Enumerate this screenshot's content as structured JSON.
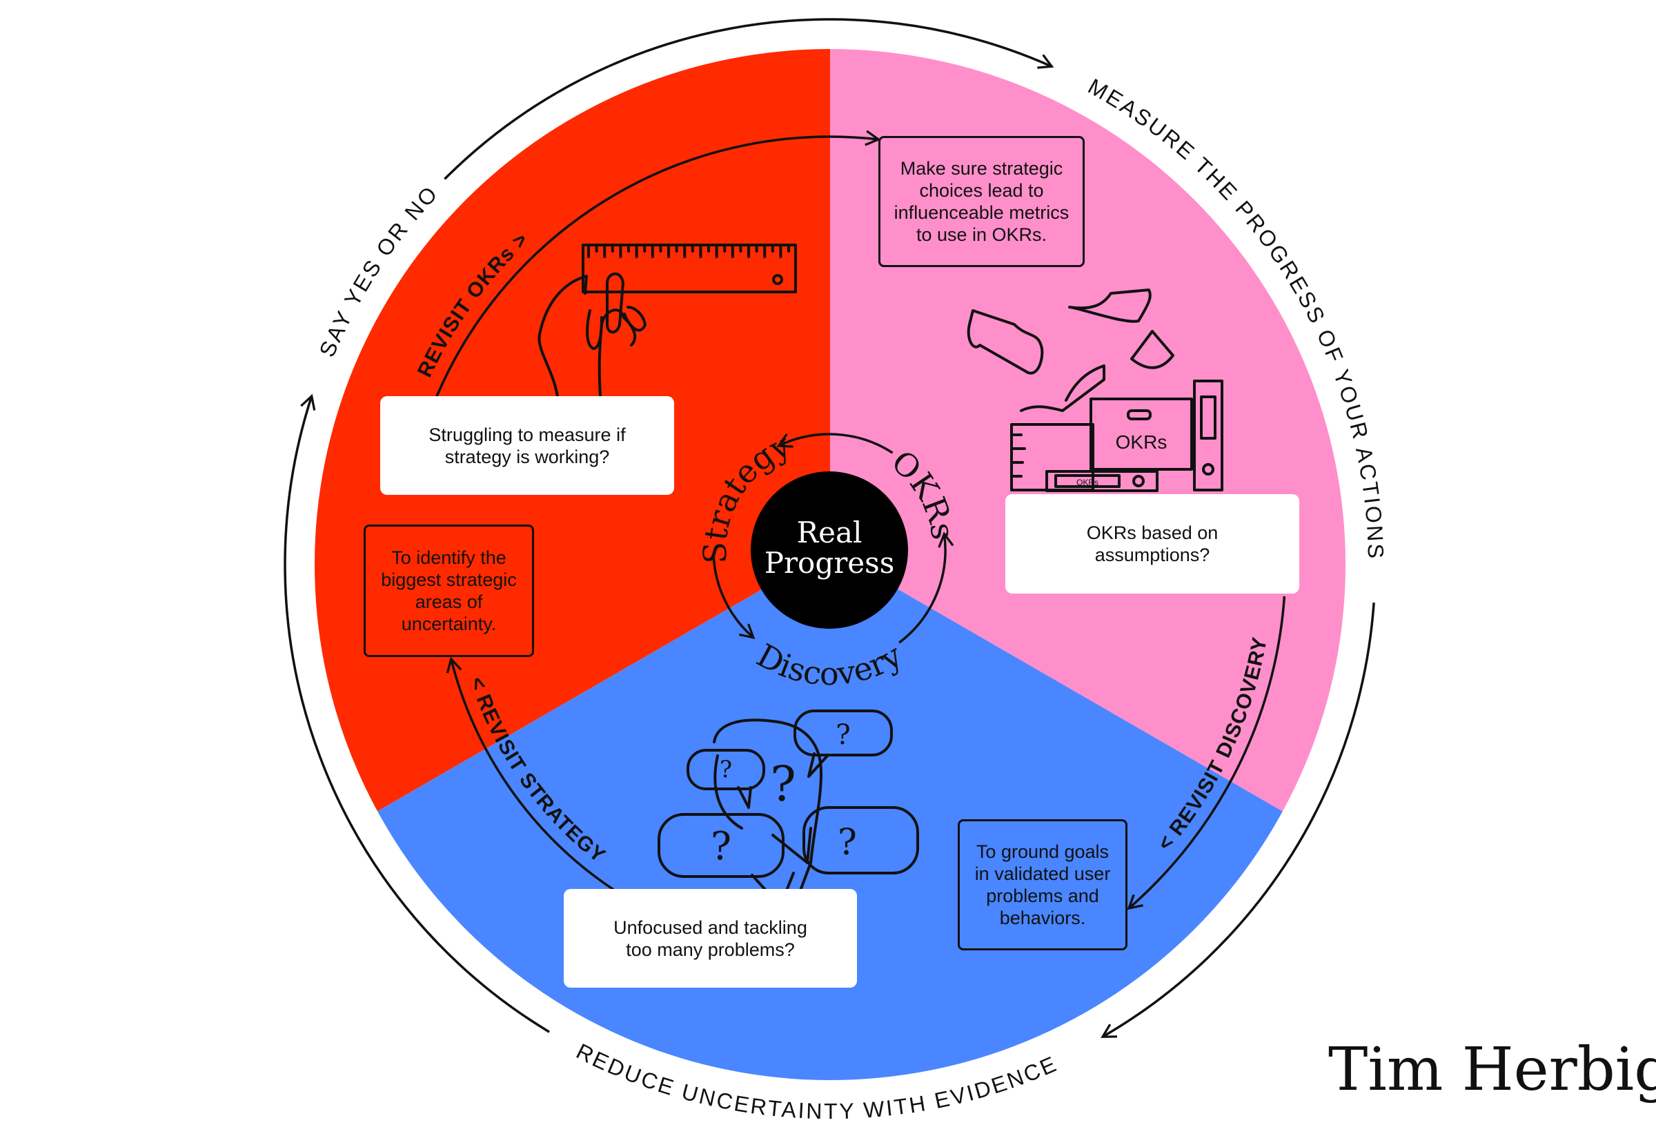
{
  "colors": {
    "strategy": "#ff2a00",
    "okrs": "#ff8fcb",
    "discovery": "#4a86ff",
    "center": "#000000",
    "ink": "#111111"
  },
  "center": {
    "line1": "Real",
    "line2": "Progress"
  },
  "cycle": {
    "strategy": "Strategy",
    "okrs": "OKRs",
    "discovery": "Discovery"
  },
  "outer_ring": {
    "say": "SAY YES OR NO",
    "measure": "MEASURE THE PROGRESS OF YOUR ACTIONS",
    "reduce": "REDUCE UNCERTAINTY WITH EVIDENCE"
  },
  "revisit": {
    "okrs": "REVISIT OKRs >",
    "discovery": "< REVISIT DISCOVERY",
    "strategy": "< REVISIT STRATEGY"
  },
  "boxes": {
    "strategy_problem": "Struggling to measure if strategy is working?",
    "strategy_purpose": "To identify the biggest strategic areas of uncertainty.",
    "okrs_problem": "OKRs based on assumptions?",
    "okrs_purpose": "Make sure strategic choices lead to influenceable metrics to use in OKRs.",
    "discovery_problem": "Unfocused and tackling too many problems?",
    "discovery_purpose": "To ground goals in validated user problems and behaviors."
  },
  "illustrations": {
    "strategy": "hand-holding-ruler-icon",
    "okrs": "binders-and-papers-icon",
    "okrs_box_label": "OKRs",
    "okrs_binder_label": "OKRs",
    "discovery": "question-speech-bubbles-icon"
  },
  "signature": "Tim Herbig"
}
